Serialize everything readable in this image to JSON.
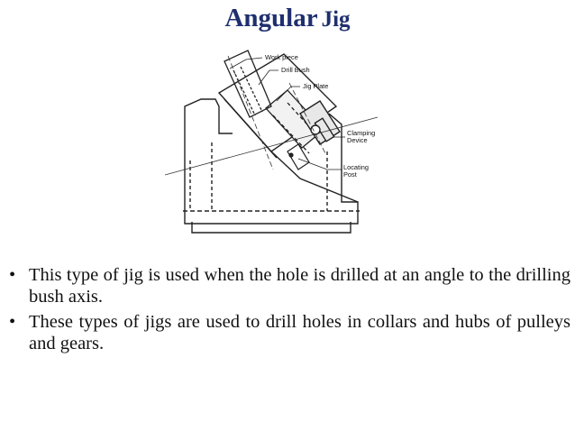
{
  "slide": {
    "title_main": "Angular",
    "title_tail": "Jig"
  },
  "figure": {
    "callouts": {
      "work_piece": "Work piece",
      "drill_bush": "Drill Bush",
      "jig_plate": "Jig Plate",
      "clamping_line1": "Clamping",
      "clamping_line2": "Device",
      "locating_line1": "Locating",
      "locating_line2": "Post"
    }
  },
  "bullets": [
    {
      "marker": "•",
      "text": "This type of jig is used when the hole is drilled at an angle to the drilling bush axis."
    },
    {
      "marker": "•",
      "text": "These types of jigs are used to drill holes in collars and hubs of pulleys and gears."
    }
  ],
  "colors": {
    "title": "#1f2f6e",
    "body_text": "#111111"
  }
}
